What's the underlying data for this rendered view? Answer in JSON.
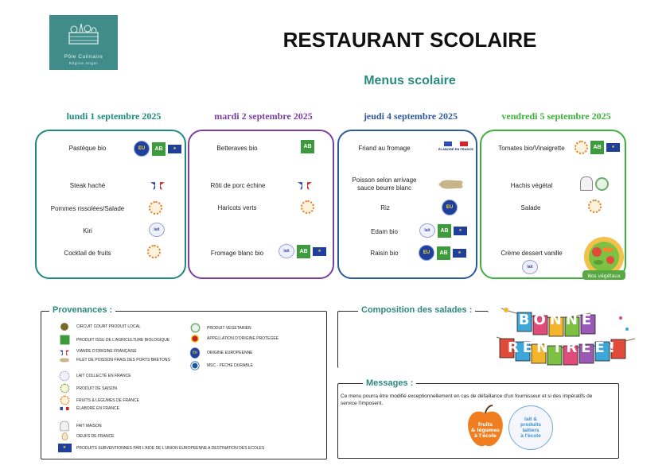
{
  "logo": {
    "line1": "Pôle Culinaire",
    "line2": "Régine Anger"
  },
  "title": "RESTAURANT SCOLAIRE",
  "subtitle": "Menus scolaire",
  "colors": {
    "monday": "#1e8a7e",
    "tuesday": "#7b3fa0",
    "thursday": "#2e5a9c",
    "friday": "#3bb13b",
    "teal_heading": "#2b8a80"
  },
  "days": [
    {
      "heading": "lundi 1 septembre 2025",
      "dishes": [
        {
          "label": "Pastèque bio",
          "badges": [
            "eu-badge-icon",
            "ab-bio-icon",
            "eu-flag-icon"
          ]
        },
        {
          "label": "Steak haché",
          "badges": [
            "viande-francaise-icon"
          ]
        },
        {
          "label": "Pommes rissolées/Salade",
          "badges": [
            "fruits-legumes-france-icon"
          ]
        },
        {
          "label": "Kiri",
          "badges": [
            "lait-france-icon"
          ]
        },
        {
          "label": "Cocktail de fruits",
          "badges": [
            "fruits-legumes-france-icon"
          ]
        }
      ]
    },
    {
      "heading": "mardi 2 septembre 2025",
      "dishes": [
        {
          "label": "Betteraves bio",
          "badges": [
            "ab-bio-icon"
          ]
        },
        {
          "label": "Rôti de porc échine",
          "badges": [
            "viande-francaise-icon"
          ]
        },
        {
          "label": "Haricots verts",
          "badges": [
            "fruits-legumes-france-icon"
          ]
        },
        {
          "label": "Fromage blanc bio",
          "badges": [
            "lait-france-icon",
            "ab-bio-icon",
            "eu-flag-icon"
          ]
        }
      ]
    },
    {
      "heading": "jeudi 4 septembre 2025",
      "dishes": [
        {
          "label": "Friand au fromage",
          "badges": [
            "elabore-france-icon"
          ],
          "badge_text": "ÉLABORÉ EN FRANCE"
        },
        {
          "label": "Poisson selon arrivage sauce beurre blanc",
          "badges": [
            "poisson-frais-icon"
          ]
        },
        {
          "label": "Riz",
          "badges": [
            "eu-badge-icon"
          ]
        },
        {
          "label": "Edam bio",
          "badges": [
            "lait-france-icon",
            "ab-bio-icon",
            "eu-flag-icon"
          ]
        },
        {
          "label": "Raisin bio",
          "badges": [
            "eu-badge-icon",
            "ab-bio-icon",
            "eu-flag-icon"
          ]
        }
      ]
    },
    {
      "heading": "vendredi 5 septembre 2025",
      "dishes": [
        {
          "label": "Tomates bio/Vinaigrette",
          "badges": [
            "fruits-legumes-france-icon",
            "ab-bio-icon",
            "eu-flag-icon"
          ]
        },
        {
          "label": "Hachis végétal",
          "badges": [
            "fait-maison-icon",
            "vegetarien-icon"
          ]
        },
        {
          "label": "Salade",
          "badges": [
            "fruits-legumes-france-icon"
          ]
        },
        {
          "label": "Crème dessert vanille",
          "badges": [
            "lait-france-icon"
          ]
        }
      ]
    }
  ],
  "badge_text": {
    "eu": "EU",
    "ab": "AB",
    "lait": "lait"
  },
  "provenances": {
    "title": "Provenances :",
    "left": [
      {
        "icon": "circuit-court-icon",
        "label": "CIRCUIT COURT PRODUIT LOCAL"
      },
      {
        "icon": "ab-bio-icon",
        "label": "PRODUIT ISSU DE L'AGRICULTURE BIOLOGIQUE"
      },
      {
        "icon": "viande-francaise-icon",
        "label": "VIANDE D'ORIGINE FRANÇAISE"
      },
      {
        "icon": "poisson-frais-icon",
        "label": "FILET DE POISSON FRAIS DES PORTS BRETONS"
      },
      {
        "icon": "lait-france-icon",
        "label": "LAIT COLLECTÉ EN FRANCE"
      },
      {
        "icon": "produit-saison-icon",
        "label": "PRODUIT DE SAISON"
      },
      {
        "icon": "fruits-legumes-france-icon",
        "label": "FRUITS & LÉGUMES DE FRANCE"
      },
      {
        "icon": "elabore-france-icon",
        "label": "ÉLABORÉ EN FRANCE"
      },
      {
        "icon": "fait-maison-icon",
        "label": "FAIT MAISON"
      },
      {
        "icon": "oeufs-france-icon",
        "label": "OEUFS DE FRANCE"
      },
      {
        "icon": "eu-flag-icon",
        "label": "PRODUITS SUBVENTIONNES PAR L'AIDE DE L'UNION EUROPEENNE A DESTINATION DES ECOLES"
      }
    ],
    "right": [
      {
        "icon": "vegetarien-icon",
        "label": "PRODUIT VEGETARIEN"
      },
      {
        "icon": "aop-icon",
        "label": "APPELLATION D'ORIGINE PROTEGEE"
      },
      {
        "icon": "eu-badge-icon",
        "label": "ORIGINE EUROPEENNE"
      },
      {
        "icon": "msc-icon",
        "label": "MSC - PECHE DURABLE"
      }
    ]
  },
  "composition": {
    "title": "Composition des salades :"
  },
  "messages": {
    "title": "Messages :",
    "text": "Ce menu pourra être modifié exceptionnellement en cas de défaillance d'un fournisseur et si des impératifs de service l'imposent."
  },
  "banner": {
    "line1": "BONNE",
    "line2": "RENTRÉE!"
  },
  "partner_logos": {
    "fruits": "fruits & légumes à l'école",
    "lait_line1": "lait &",
    "lait_line2": "produits",
    "lait_line3": "laitiers",
    "lait_line4": "à l'école"
  },
  "salad_badge": "Nos végétaux"
}
